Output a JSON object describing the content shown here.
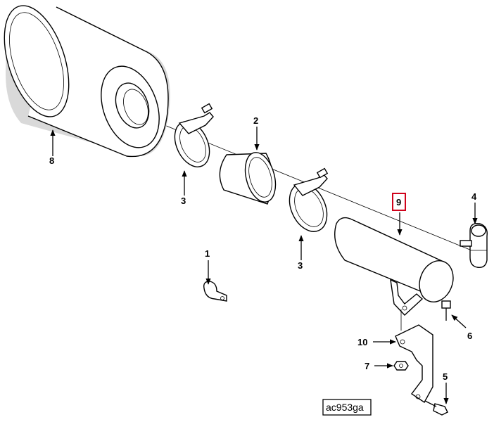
{
  "diagram": {
    "reference_code": "ac953ga",
    "highlighted_callout": "9",
    "highlight_color": "#d0021b",
    "callouts": {
      "c1": "1",
      "c2": "2",
      "c3a": "3",
      "c3b": "3",
      "c4": "4",
      "c5": "5",
      "c6": "6",
      "c7": "7",
      "c8": "8",
      "c9": "9",
      "c10": "10"
    }
  }
}
